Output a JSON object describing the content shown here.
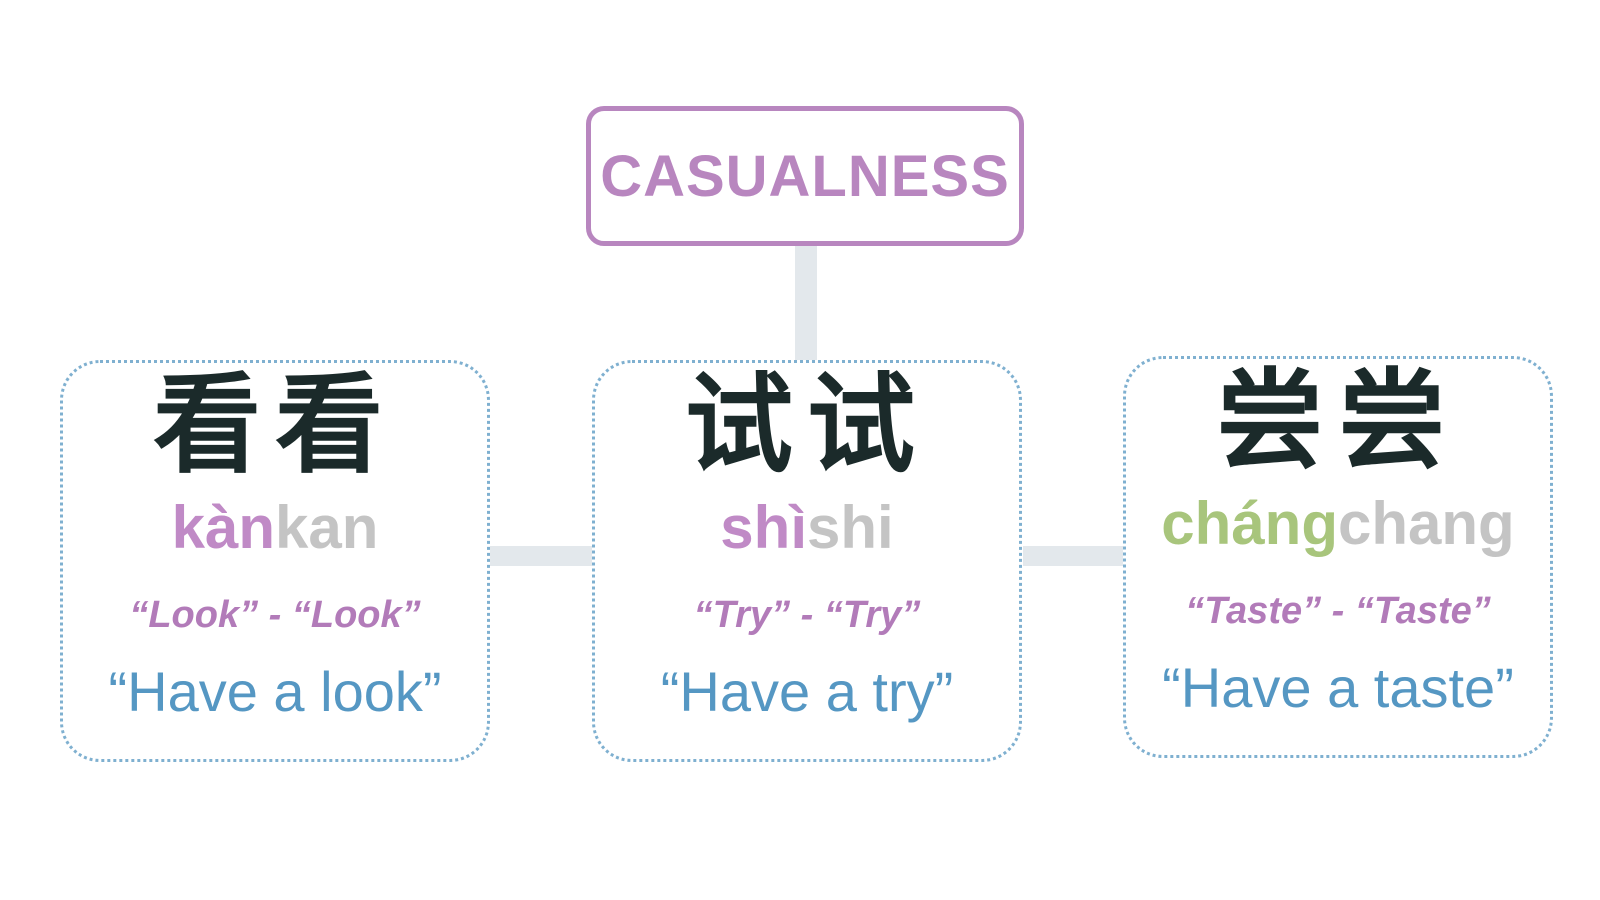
{
  "root": {
    "label": "CASUALNESS"
  },
  "cards": [
    {
      "characters": "看看",
      "pinyin_stressed": "kàn",
      "pinyin_neutral": "kan",
      "literal": "“Look” - “Look”",
      "meaning": "“Have a look”"
    },
    {
      "characters": "试试",
      "pinyin_stressed": "shì",
      "pinyin_neutral": "shi",
      "literal": "“Try” - “Try”",
      "meaning": "“Have a try”"
    },
    {
      "characters": "尝尝",
      "pinyin_stressed": "cháng",
      "pinyin_neutral": "chang",
      "literal": "“Taste” - “Taste”",
      "meaning": "“Have a taste”"
    }
  ],
  "colors": {
    "root_border": "#b886bf",
    "card_border": "#7fb0d0",
    "connector": "#e3e8ec",
    "tone_purple": "#c08ac6",
    "tone_green": "#a8c57c",
    "neutral_gray": "#c4c4c4",
    "meaning_blue": "#5597c3"
  }
}
